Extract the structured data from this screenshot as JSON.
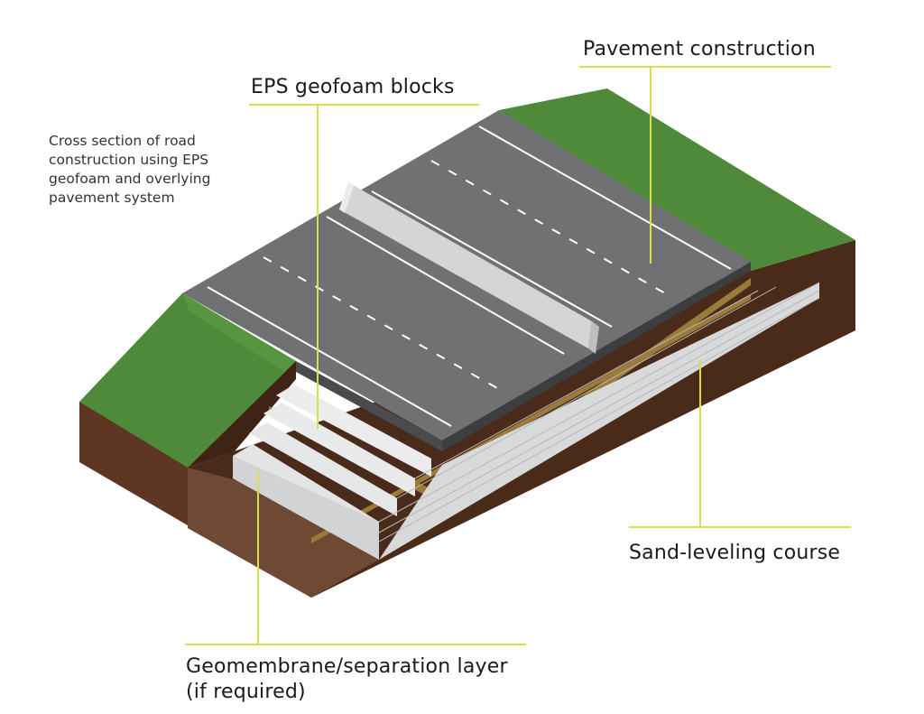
{
  "caption": "Cross section of road construction using EPS geofoam and overlying pavement system",
  "labels": {
    "eps_geofoam_blocks": "EPS geofoam blocks",
    "pavement_construction": "Pavement construction",
    "sand_leveling_course": "Sand-leveling course",
    "geomembrane_line1": "Geomembrane/separation layer",
    "geomembrane_line2": "(if required)"
  },
  "colors": {
    "grass": "#4f8a3b",
    "soil_face": "#5b3320",
    "soil_dark": "#3f2416",
    "pavement": "#6f7173",
    "sand": "#9c7a3a",
    "geofoam": "#e3e4e4",
    "leader": "#d9e04a"
  }
}
